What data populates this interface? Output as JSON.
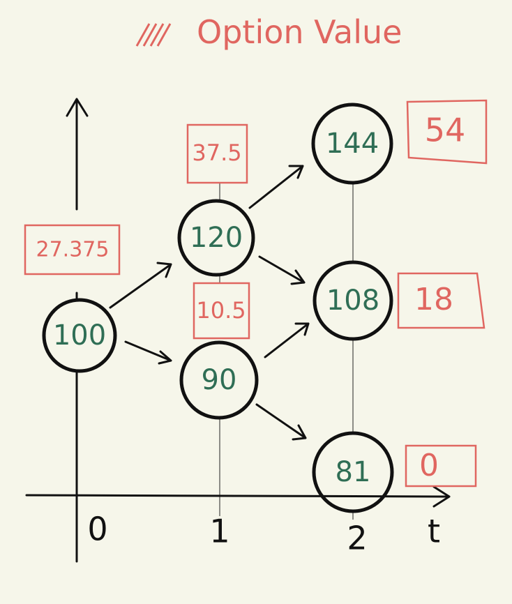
{
  "title": "Option Value",
  "axis": {
    "x_label": "t",
    "ticks": [
      "0",
      "1",
      "2"
    ]
  },
  "nodes": {
    "n0": "100",
    "n1u": "120",
    "n1d": "90",
    "n2uu": "144",
    "n2ud": "108",
    "n2dd": "81"
  },
  "option_values": {
    "v0": "27.375",
    "v1u": "37.5",
    "v1d": "10.5",
    "v2uu": "54",
    "v2ud": "18",
    "v2dd": "0"
  },
  "colors": {
    "background": "#f6f6ea",
    "accent": "#e06660",
    "node_text": "#2f6e55",
    "ink": "#111111"
  }
}
